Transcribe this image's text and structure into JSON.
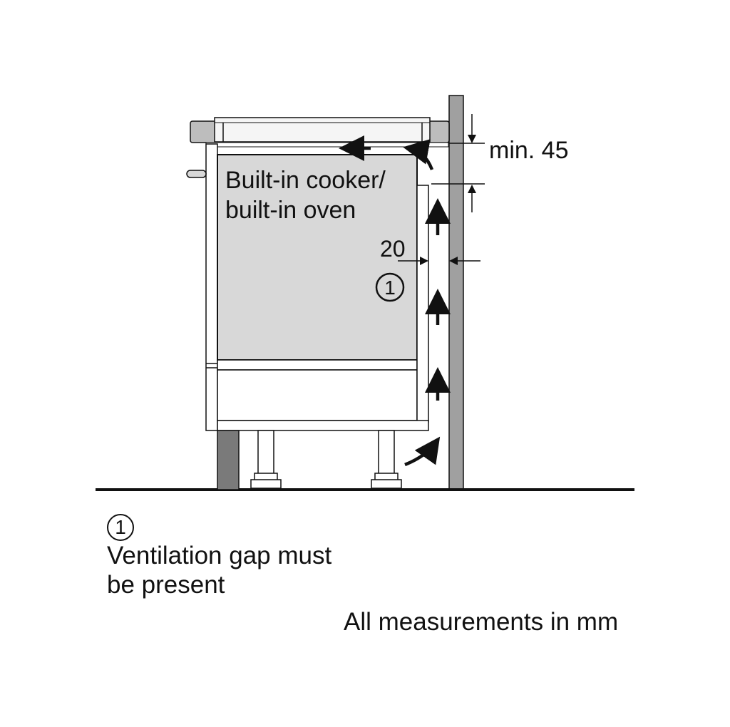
{
  "labels": {
    "appliance_line1": "Built-in cooker/",
    "appliance_line2": "built-in oven",
    "min_gap": "min. 45",
    "side_gap": "20",
    "marker": "1"
  },
  "legend": {
    "marker": "1",
    "line1": "Ventilation gap must",
    "line2": "be present"
  },
  "footer_note": "All measurements in mm",
  "colors": {
    "appliance_fill": "#d8d8d8",
    "wall_fill": "#a0a0a0",
    "worktop_fill": "#bdbdbd",
    "line": "#111111"
  }
}
